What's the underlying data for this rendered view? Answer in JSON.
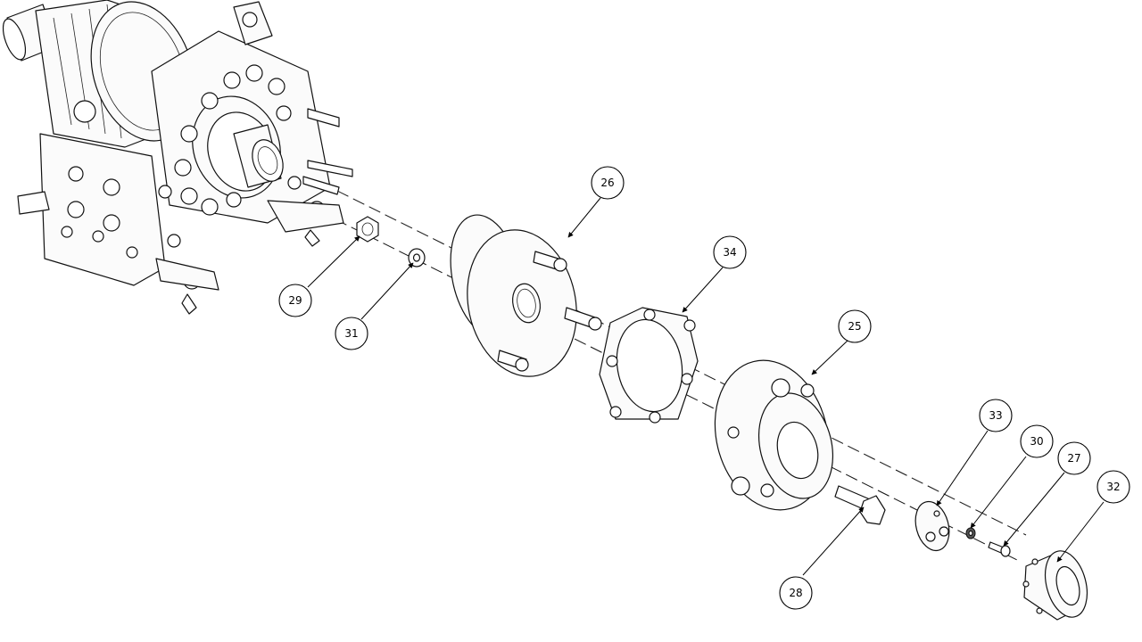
{
  "balloons": {
    "b26": "26",
    "b34": "34",
    "b29": "29",
    "b31": "31",
    "b25": "25",
    "b33": "33",
    "b30": "30",
    "b27": "27",
    "b32": "32",
    "b28": "28"
  }
}
